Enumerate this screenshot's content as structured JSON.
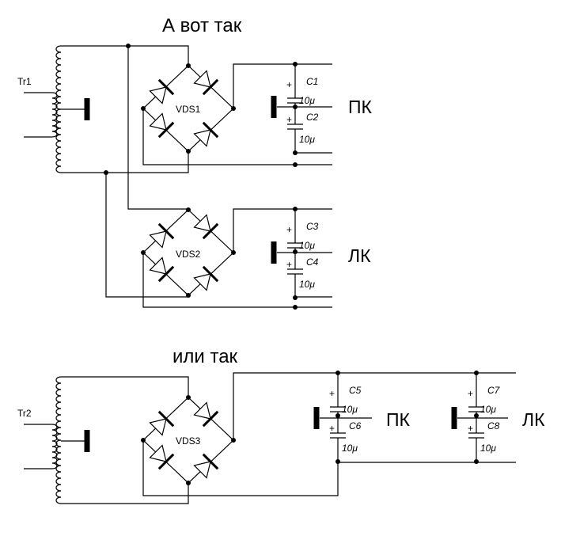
{
  "titles": {
    "first": "А вот так",
    "second": "или так"
  },
  "transformers": {
    "t1": "Tr1",
    "t2": "Tr2"
  },
  "bridges": {
    "b1": "VDS1",
    "b2": "VDS2",
    "b3": "VDS3"
  },
  "capacitors": {
    "c1": {
      "name": "C1",
      "value": "10μ"
    },
    "c2": {
      "name": "C2",
      "value": "10μ"
    },
    "c3": {
      "name": "C3",
      "value": "10μ"
    },
    "c4": {
      "name": "C4",
      "value": "10μ"
    },
    "c5": {
      "name": "C5",
      "value": "10μ"
    },
    "c6": {
      "name": "C6",
      "value": "10μ"
    },
    "c7": {
      "name": "C7",
      "value": "10μ"
    },
    "c8": {
      "name": "C8",
      "value": "10μ"
    }
  },
  "channels": {
    "pk1": "ПК",
    "lk1": "ЛК",
    "pk2": "ПК",
    "lk2": "ЛК"
  },
  "plus_sign": "+"
}
